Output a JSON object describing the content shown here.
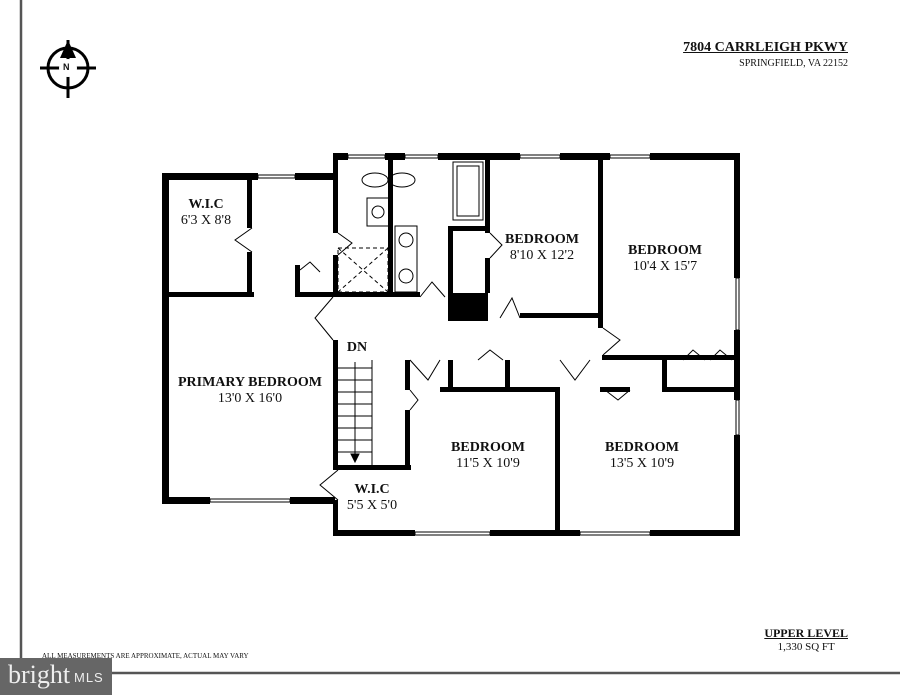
{
  "header": {
    "address": "7804 CARRLEIGH PKWY",
    "city": "SPRINGFIELD, VA  22152"
  },
  "compass": {
    "label": "N",
    "icon": "north-compass-icon"
  },
  "rooms": [
    {
      "name": "W.I.C",
      "dims": "6'3 X 8'8"
    },
    {
      "name": "BEDROOM",
      "dims": "8'10 X 12'2"
    },
    {
      "name": "BEDROOM",
      "dims": "10'4 X 15'7"
    },
    {
      "name": "PRIMARY BEDROOM",
      "dims": "13'0 X 16'0"
    },
    {
      "name": "BEDROOM",
      "dims": "11'5 X 10'9"
    },
    {
      "name": "BEDROOM",
      "dims": "13'5 X 10'9"
    },
    {
      "name": "W.I.C",
      "dims": "5'5 X 5'0"
    }
  ],
  "stairs_label": "DN",
  "footer": {
    "level": "UPPER LEVEL",
    "area": "1,330 SQ FT",
    "disclaimer": "ALL MEASUREMENTS ARE APPROXIMATE, ACTUAL MAY VARY"
  },
  "logo": {
    "text": "bright",
    "suffix": "MLS",
    "accent": "#e8623a"
  },
  "colors": {
    "frame": "#555555",
    "wall": "#000000"
  }
}
